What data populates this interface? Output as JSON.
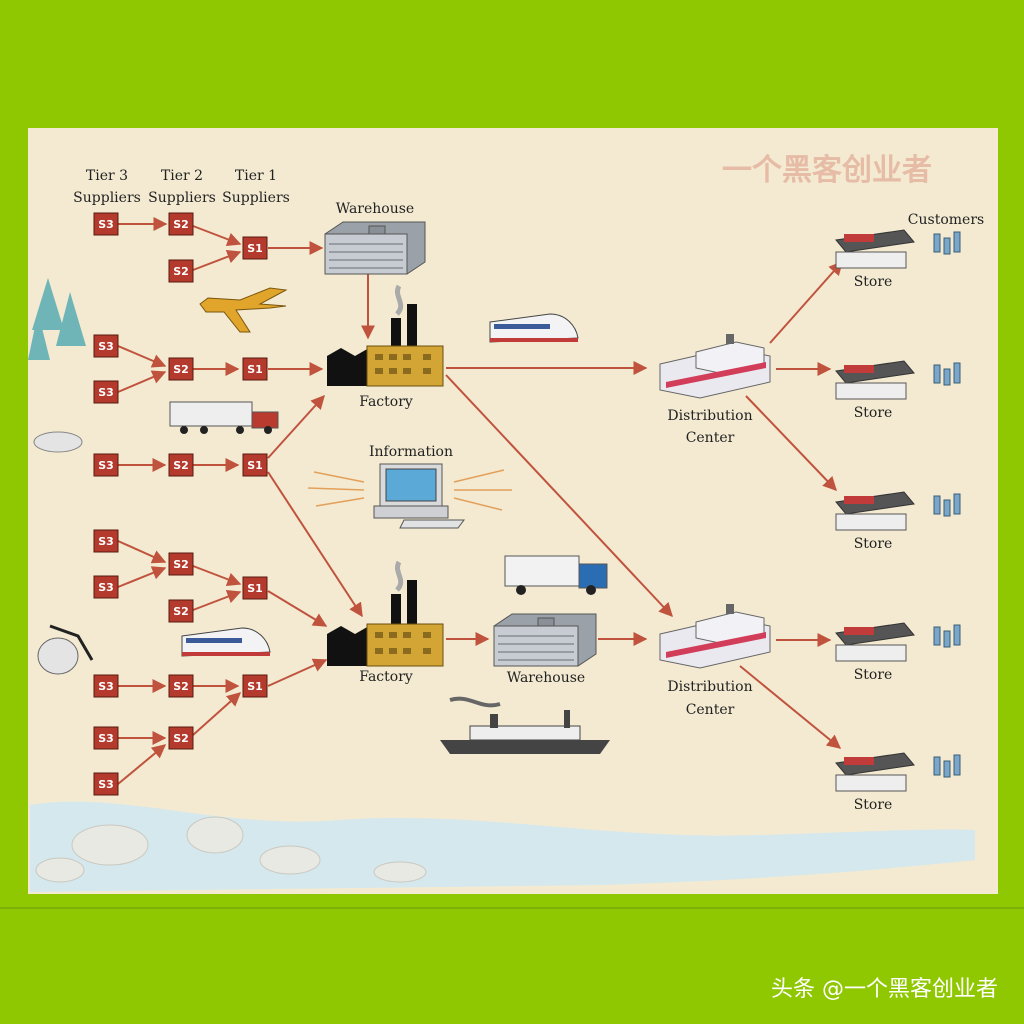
{
  "headers": {
    "tier3": [
      "Tier 3",
      "Suppliers"
    ],
    "tier2": [
      "Tier 2",
      "Suppliers"
    ],
    "tier1": [
      "Tier 1",
      "Suppliers"
    ]
  },
  "supplier_labels": {
    "s3": "S3",
    "s2": "S2",
    "s1": "S1"
  },
  "labels": {
    "warehouse_top": "Warehouse",
    "factory_top": "Factory",
    "factory_bottom": "Factory",
    "warehouse_bottom": "Warehouse",
    "information": "Information",
    "dc_top": [
      "Distribution",
      "Center"
    ],
    "dc_bottom": [
      "Distribution",
      "Center"
    ],
    "customers": "Customers",
    "store": "Store"
  },
  "watermark": "一个黑客创业者",
  "credit": "头条 @一个黑客创业者",
  "colors": {
    "background": "#8fc800",
    "panel": "#f3ead1",
    "node": "#b33a2c",
    "arrow": "#c0533e"
  }
}
